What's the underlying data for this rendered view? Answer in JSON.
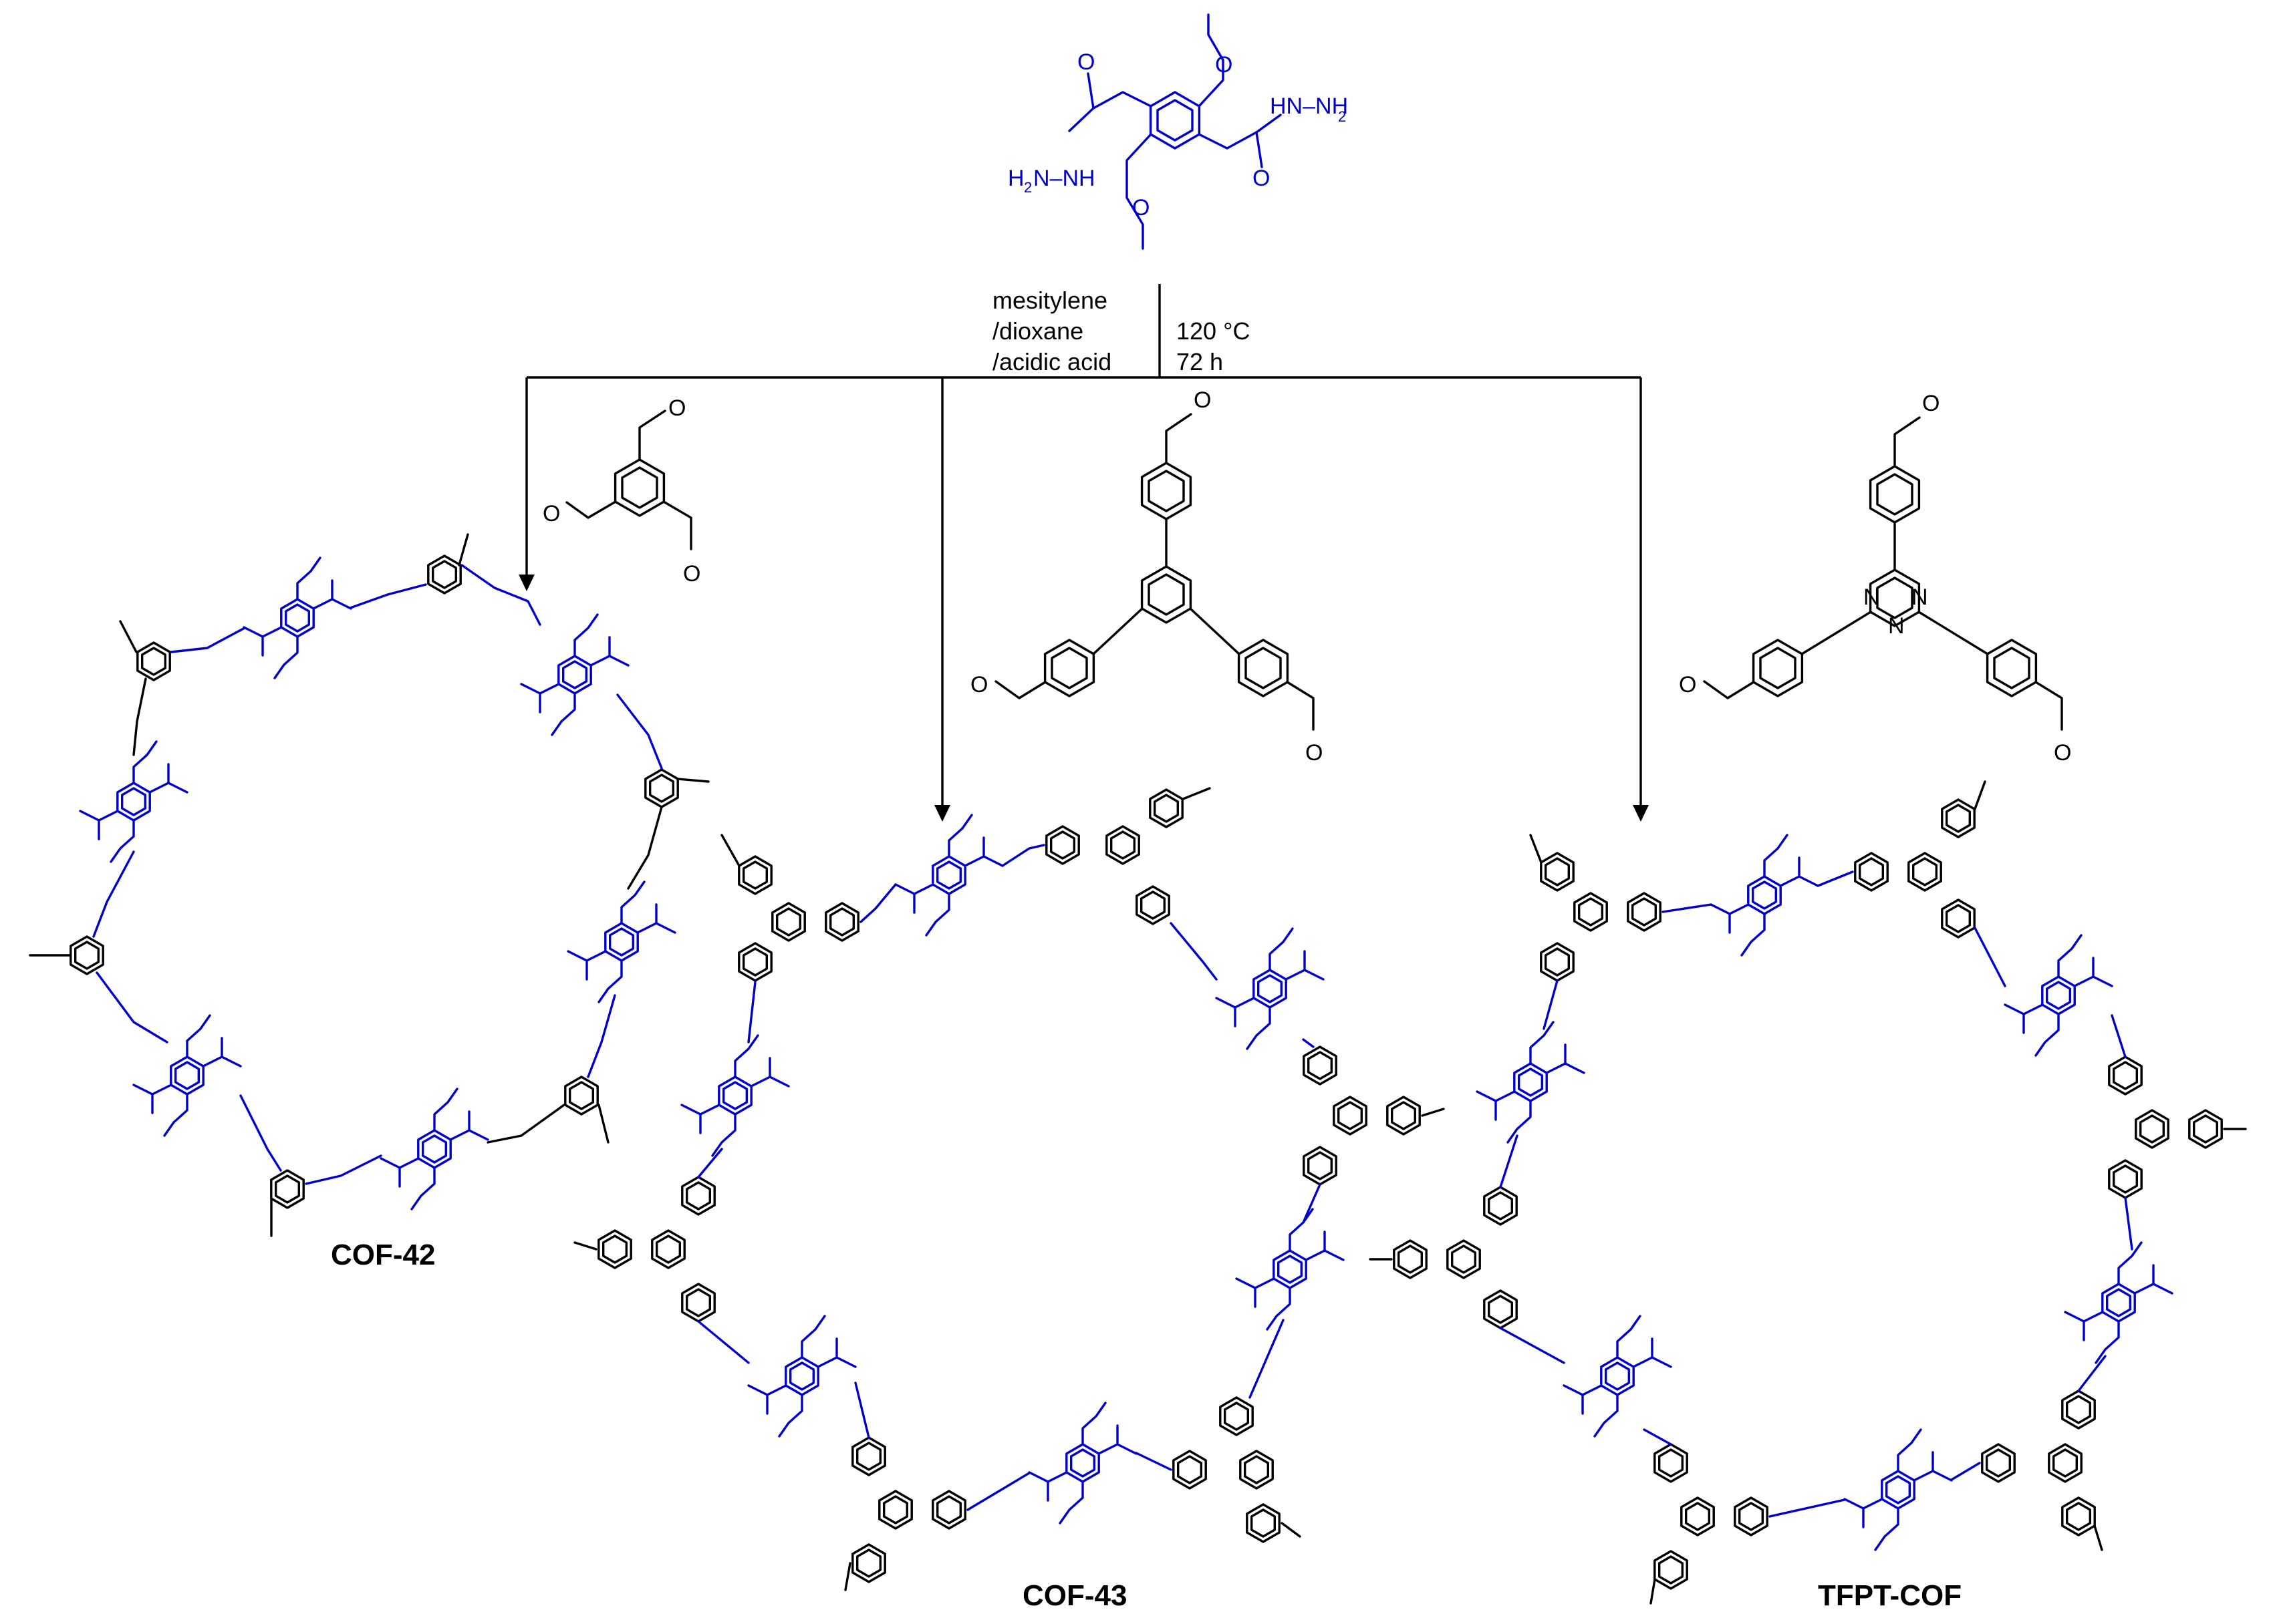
{
  "colors": {
    "linker": "#0000cc",
    "node": "#000000",
    "background": "#ffffff"
  },
  "reagent": {
    "atoms": {
      "hydrazide_right": "HN–NH",
      "hydrazide_left": "H",
      "hydrazide_left_rest": "N–NH",
      "sub2": "2",
      "oxygen": "O"
    }
  },
  "conditions": {
    "solvent_line1": "mesitylene",
    "solvent_line2": "/dioxane",
    "solvent_line3": "/acidic acid",
    "temperature": "120 °C",
    "time": "72 h"
  },
  "atom_labels": {
    "nitrogen": "N",
    "oxygen": "O",
    "hn": "HN",
    "nh": "NH"
  },
  "products": [
    {
      "label": "COF-42"
    },
    {
      "label": "COF-43"
    },
    {
      "label": "TFPT-COF"
    }
  ]
}
